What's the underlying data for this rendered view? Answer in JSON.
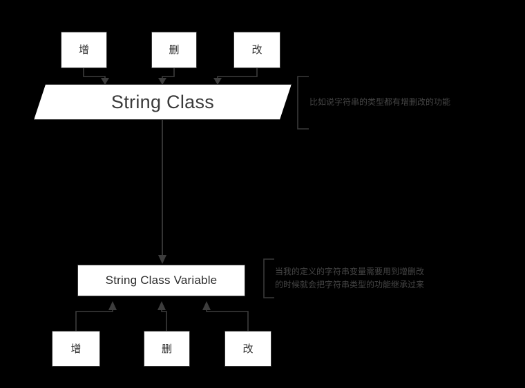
{
  "diagram": {
    "title_banner": {
      "label": "String Class"
    },
    "variable_box": {
      "label": "String Class Variable"
    },
    "top_operations": [
      {
        "label": "增"
      },
      {
        "label": "删"
      },
      {
        "label": "改"
      }
    ],
    "bottom_operations": [
      {
        "label": "增"
      },
      {
        "label": "删"
      },
      {
        "label": "改"
      }
    ],
    "notes": [
      {
        "id": "note-top",
        "text": "比如说字符串的类型都有增删改的功能"
      },
      {
        "id": "note-bottom",
        "text": "当我的定义的字符串变量需要用到增删改\n的时候就会把字符串类型的功能继承过来"
      }
    ],
    "colors": {
      "background": "#000000",
      "node_fill": "#ffffff",
      "node_stroke": "#3a3a3a",
      "node_text": "#2b2b2b",
      "connector": "#3d3d3d",
      "note_text": "#454545"
    }
  }
}
